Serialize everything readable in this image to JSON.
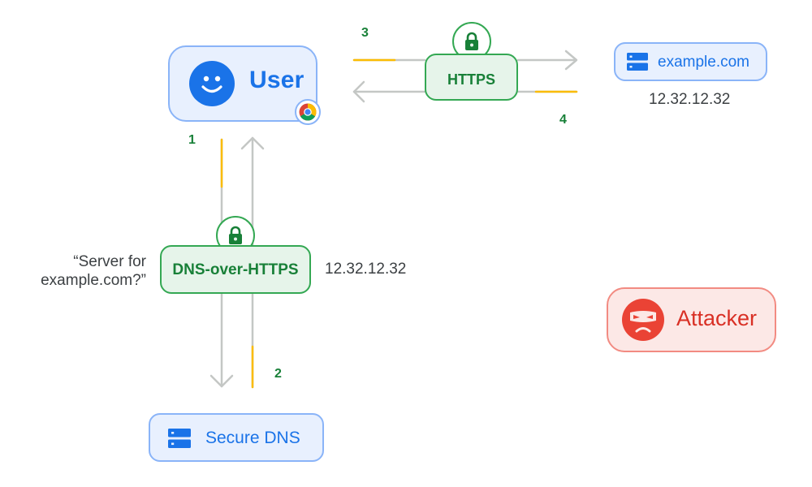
{
  "nodes": {
    "user": {
      "label": "User"
    },
    "server": {
      "label": "example.com",
      "ip": "12.32.12.32"
    },
    "https": {
      "label": "HTTPS"
    },
    "doh": {
      "label": "DNS-over-HTTPS",
      "ip": "12.32.12.32",
      "query_line1": "“Server for",
      "query_line2": "example.com?”"
    },
    "dns": {
      "label": "Secure DNS"
    },
    "attacker": {
      "label": "Attacker"
    }
  },
  "steps": [
    "1",
    "2",
    "3",
    "4"
  ],
  "icons": {
    "user_avatar": "smiley-face-icon",
    "browser": "chrome-icon",
    "lock": "lock-icon",
    "server": "server-icon",
    "attacker_avatar": "masked-face-icon"
  },
  "colors": {
    "blue": "#1a73e8",
    "blue_border": "#8ab4f8",
    "blue_fill": "#e8f0fe",
    "green": "#188038",
    "green_border": "#34a853",
    "green_fill": "#e6f4ea",
    "red": "#d93025",
    "red_fill": "#fce8e6",
    "arrow_gray": "#c4c7c5",
    "traffic_yellow": "#fbbc04"
  }
}
